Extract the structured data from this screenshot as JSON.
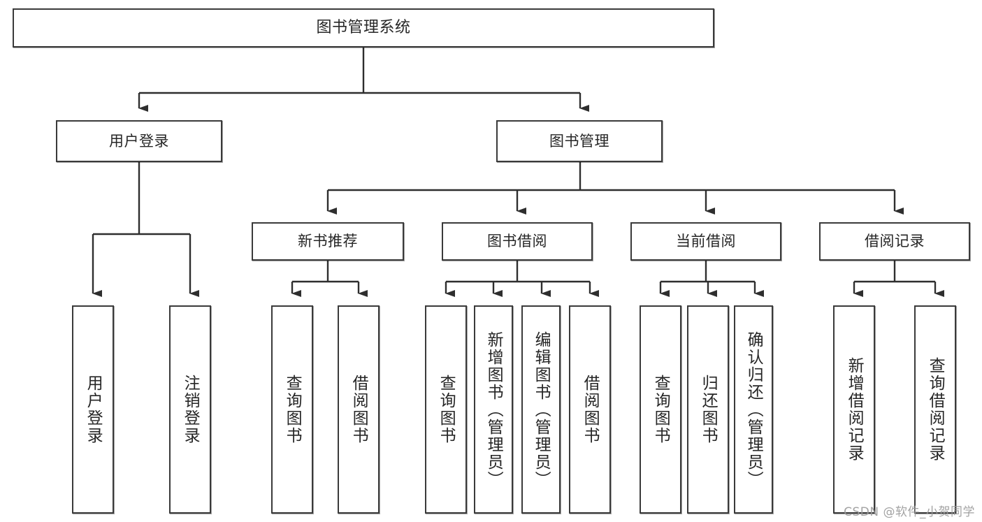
{
  "diagram": {
    "title": "图书管理系统",
    "type": "tree-hierarchy",
    "watermark": "CSDN @软件_小贺同学",
    "stroke_color": "#3a3a3a",
    "text_color": "#262626",
    "background_color": "#ffffff"
  },
  "nodes": {
    "root": {
      "label": "图书管理系统"
    },
    "level2": [
      {
        "id": "user-login",
        "label": "用户登录"
      },
      {
        "id": "book-management",
        "label": "图书管理"
      }
    ],
    "level3": [
      {
        "id": "new-book-recommend",
        "label": "新书推荐"
      },
      {
        "id": "book-borrow",
        "label": "图书借阅"
      },
      {
        "id": "current-borrow",
        "label": "当前借阅"
      },
      {
        "id": "borrow-record",
        "label": "借阅记录"
      }
    ],
    "leaves": {
      "user_login": [
        {
          "id": "leaf-user-login",
          "label": "用户登录"
        },
        {
          "id": "leaf-user-logout",
          "label": "注销登录"
        }
      ],
      "new_book_recommend": [
        {
          "id": "leaf-query-book-1",
          "label": "查询图书"
        },
        {
          "id": "leaf-borrow-book-1",
          "label": "借阅图书"
        }
      ],
      "book_borrow": [
        {
          "id": "leaf-query-book-2",
          "label": "查询图书"
        },
        {
          "id": "leaf-add-book",
          "label": "新增图书（管理员）"
        },
        {
          "id": "leaf-edit-book",
          "label": "编辑图书（管理员）"
        },
        {
          "id": "leaf-borrow-book-2",
          "label": "借阅图书"
        }
      ],
      "current_borrow": [
        {
          "id": "leaf-query-book-3",
          "label": "查询图书"
        },
        {
          "id": "leaf-return-book",
          "label": "归还图书"
        },
        {
          "id": "leaf-confirm-return",
          "label": "确认归还（管理员）"
        }
      ],
      "borrow_record": [
        {
          "id": "leaf-add-record",
          "label": "新增借阅记录"
        },
        {
          "id": "leaf-query-record",
          "label": "查询借阅记录"
        }
      ]
    }
  }
}
